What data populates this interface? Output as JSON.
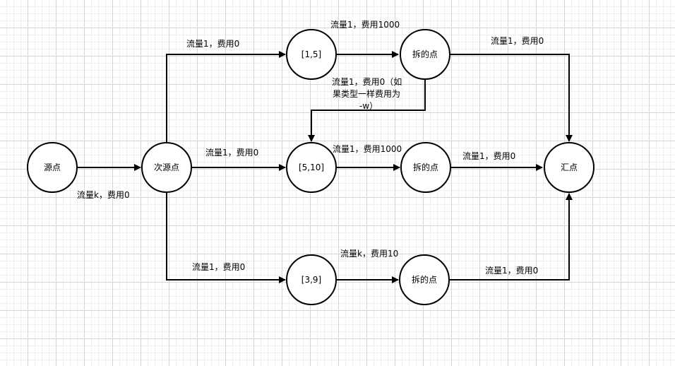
{
  "nodes": {
    "source": "源点",
    "sub_source": "次源点",
    "interval_1_5": "[1,5]",
    "interval_5_10": "[5,10]",
    "interval_3_9": "[3,9]",
    "split_top": "拆的点",
    "split_mid": "拆的点",
    "split_bottom": "拆的点",
    "sink": "汇点"
  },
  "edges": {
    "source_to_sub": "流量k，费用0",
    "sub_to_top": "流量1，费用0",
    "sub_to_mid": "流量1，费用0",
    "sub_to_bottom": "流量1，费用0",
    "top_interval_to_split": "流量1，费用1000",
    "mid_interval_to_split": "流量1，费用1000",
    "bottom_interval_to_split": "流量k，费用10",
    "top_split_to_sink": "流量1，费用0",
    "mid_split_to_sink": "流量1，费用0",
    "bottom_split_to_sink": "流量1，费用0",
    "top_split_to_mid_interval": [
      "流量1，费用0（如",
      "果类型一样费用为",
      "-w）"
    ]
  }
}
